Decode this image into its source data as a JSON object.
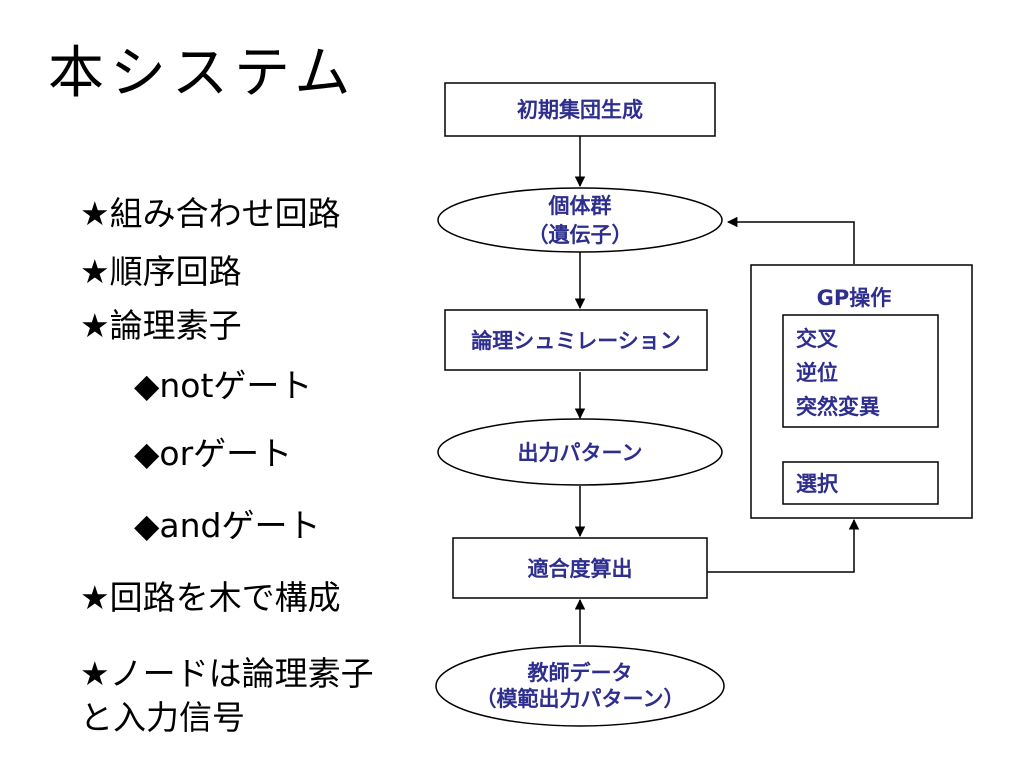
{
  "title": "本システム",
  "bullets": [
    "★組み合わせ回路",
    "★順序回路",
    "★論理素子",
    "◆notゲート",
    "◆orゲート",
    "◆andゲート",
    "★回路を木で構成",
    "★ノードは論理素子",
    "と入力信号"
  ],
  "flow": {
    "init_population": "初期集団生成",
    "individuals_line1": "個体群",
    "individuals_line2": "（遺伝子）",
    "logic_simulation": "論理シュミレーション",
    "output_pattern": "出力パターン",
    "fitness_calc": "適合度算出",
    "teacher_line1": "教師データ",
    "teacher_line2": "（模範出力パターン）",
    "gp_ops_title": "GP操作",
    "crossover": "交叉",
    "inversion": "逆位",
    "mutation": "突然変異",
    "selection": "選択"
  },
  "colors": {
    "node_text": "#2e2e8f",
    "line": "#000000",
    "background": "#ffffff"
  }
}
